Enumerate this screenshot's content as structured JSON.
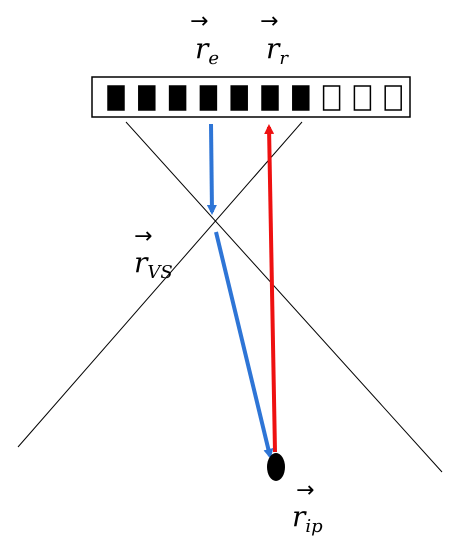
{
  "array": {
    "total_elements": 10,
    "active_elements": 7,
    "active_color": "#000000",
    "inactive_fill": "#ffffff",
    "outline_color": "#000000"
  },
  "beams": {
    "emit_color": "#2e75d6",
    "receive_color": "#ee1111"
  },
  "labels": {
    "re": {
      "base": "r",
      "sub": "e"
    },
    "rr": {
      "base": "r",
      "sub": "r"
    },
    "rvs": {
      "base": "r",
      "sub": "VS"
    },
    "rip": {
      "base": "r",
      "sub": "ip"
    }
  }
}
